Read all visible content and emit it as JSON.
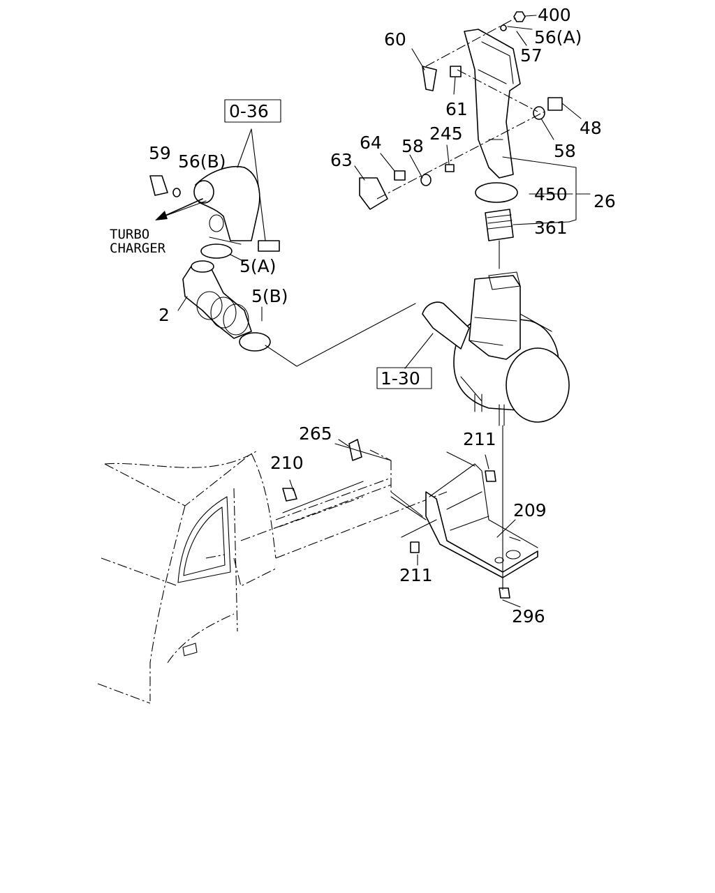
{
  "callouts": {
    "p400": "400",
    "p56a": "56(A)",
    "p60": "60",
    "p57": "57",
    "p61": "61",
    "p48": "48",
    "p58a": "58",
    "p58b": "58",
    "p64": "64",
    "p245": "245",
    "p63": "63",
    "p450": "450",
    "p26": "26",
    "p361": "361",
    "p036": "0-36",
    "p59": "59",
    "p56b": "56(B)",
    "p5a": "5(A)",
    "p5b": "5(B)",
    "p2": "2",
    "p130": "1-30",
    "p265": "265",
    "p210": "210",
    "p211a": "211",
    "p209": "209",
    "p211b": "211",
    "p296": "296"
  },
  "notes": {
    "turbo_line1": "TURBO",
    "turbo_line2": "CHARGER"
  }
}
